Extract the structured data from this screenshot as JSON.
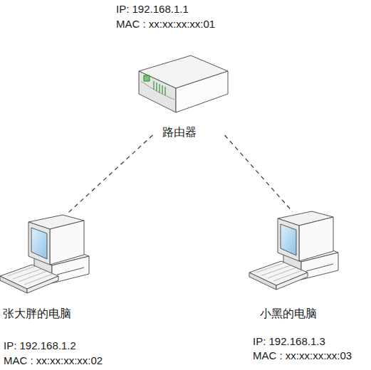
{
  "diagram": {
    "nodes": [
      {
        "text": [
          "IP: 192.168.1.1",
          "MAC : xx:xx:xx:xx:01",
          "路由器"
        ]
      },
      {
        "text": [
          "张大胖的电脑",
          "IP: 192.168.1.2",
          "MAC : xx:xx:xx:xx:02"
        ]
      },
      {
        "text": [
          "小黑的电脑",
          "IP: 192.168.1.3",
          "MAC : xx:xx:xx:xx:03"
        ]
      }
    ],
    "edges": [
      {
        "from": 0,
        "to": 1,
        "arrow": "none"
      },
      {
        "from": 0,
        "to": 2,
        "arrow": "none"
      }
    ]
  }
}
